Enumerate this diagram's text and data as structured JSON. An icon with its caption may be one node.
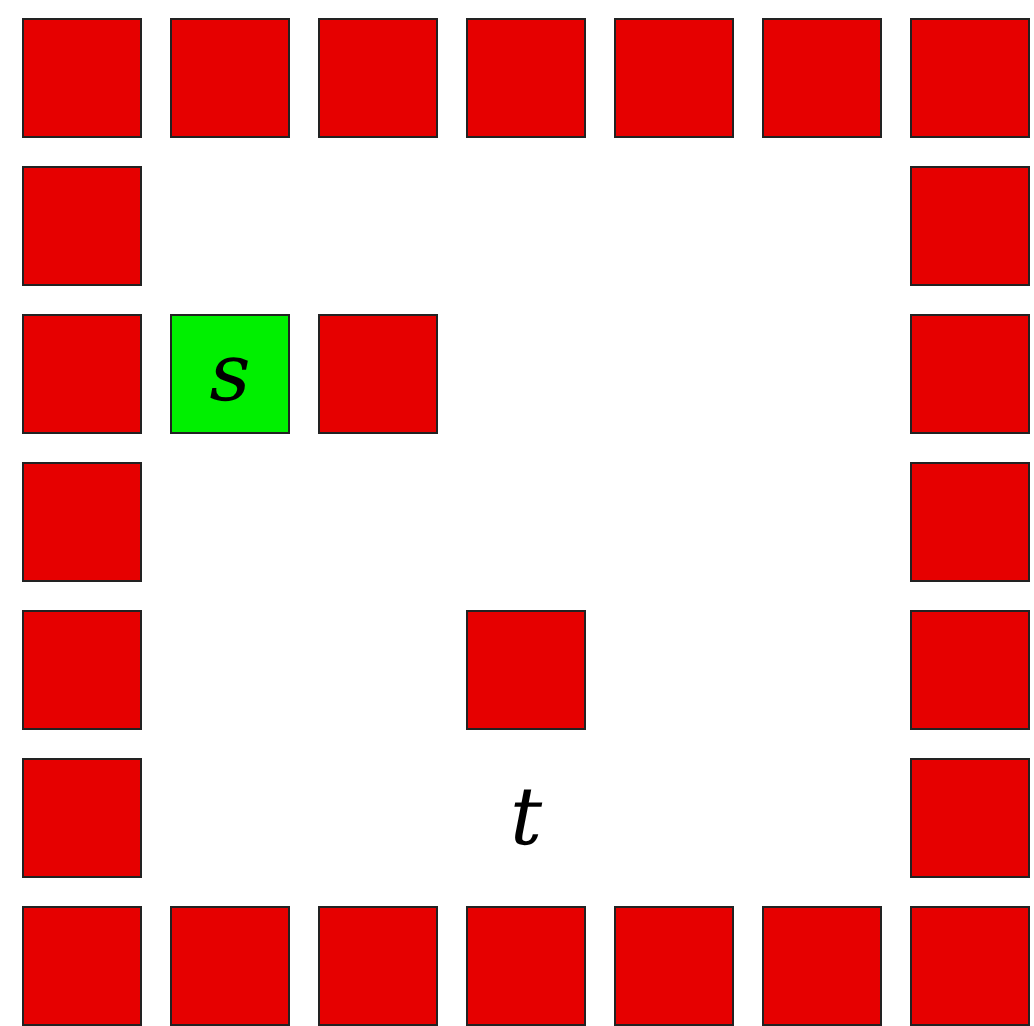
{
  "diagram": {
    "nodes": [
      {
        "text": [],
        "shape": "box"
      },
      {
        "text": [],
        "shape": "box"
      },
      {
        "text": [],
        "shape": "box"
      },
      {
        "text": [],
        "shape": "box"
      },
      {
        "text": [],
        "shape": "box"
      },
      {
        "text": [],
        "shape": "box"
      },
      {
        "text": [],
        "shape": "box"
      },
      {
        "text": [],
        "shape": "box"
      },
      {
        "text": [],
        "shape": "box"
      },
      {
        "text": [],
        "shape": "box"
      },
      {
        "text": [
          "s"
        ]
      },
      {
        "text": [],
        "shape": "box"
      },
      {
        "text": [],
        "shape": "box"
      },
      {
        "text": [],
        "shape": "box"
      },
      {
        "text": [],
        "shape": "box"
      },
      {
        "text": [],
        "shape": "box"
      },
      {
        "text": [],
        "shape": "box"
      },
      {
        "text": [],
        "shape": "box"
      },
      {
        "text": [],
        "shape": "box"
      },
      {
        "text": [],
        "shape": "box"
      },
      {
        "text": [],
        "shape": "box"
      },
      {
        "text": [],
        "shape": "box"
      },
      {
        "text": [],
        "shape": "box"
      },
      {
        "text": [],
        "shape": "box"
      },
      {
        "text": [],
        "shape": "box"
      },
      {
        "text": [],
        "shape": "box"
      },
      {
        "text": [],
        "shape": "box"
      }
    ],
    "labels": [
      "t"
    ]
  }
}
